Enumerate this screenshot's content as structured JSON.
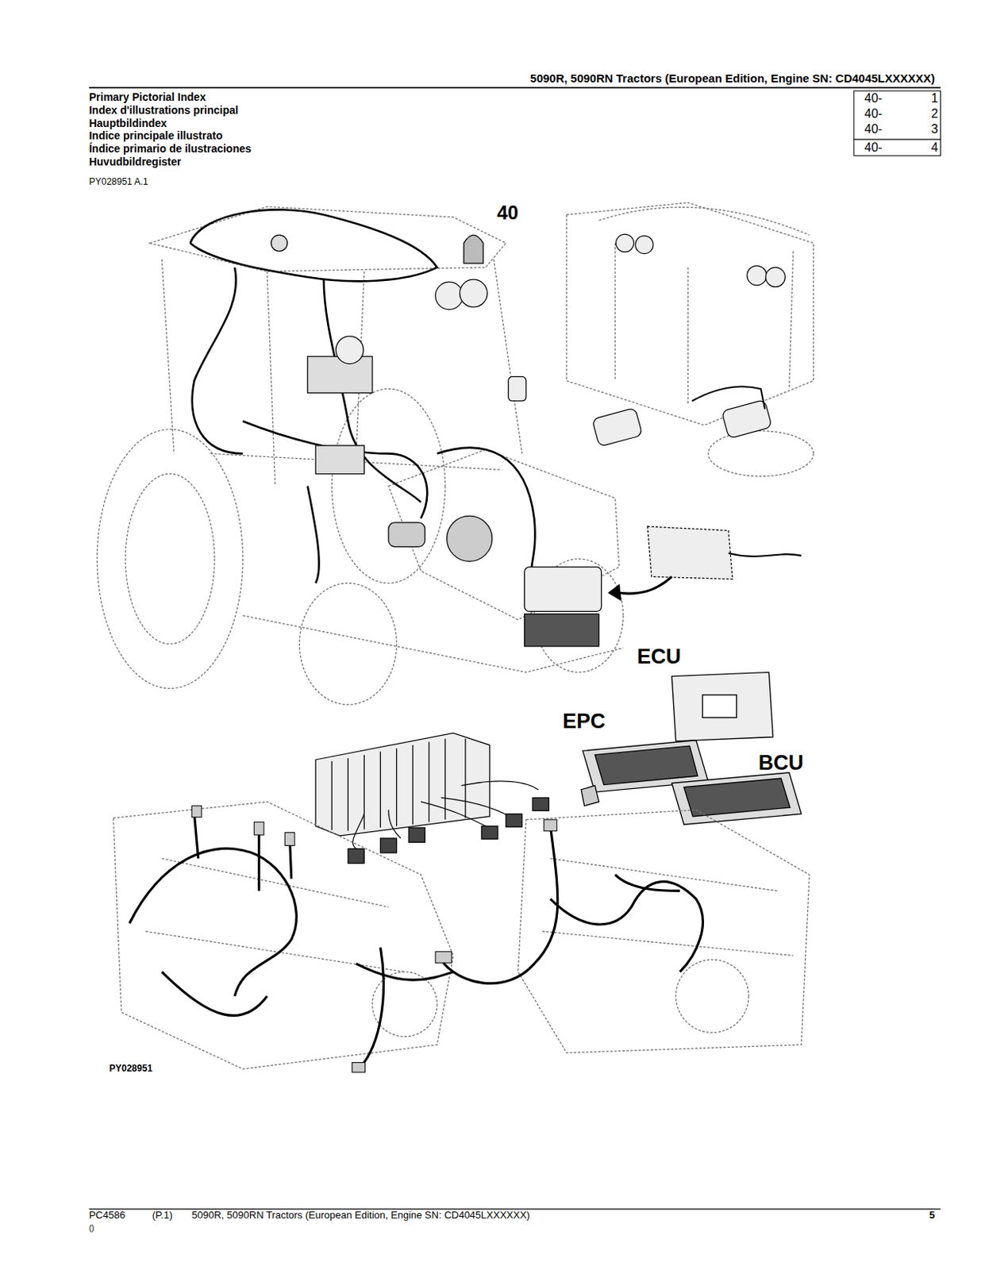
{
  "diagram": {
    "title": "5090R, 5090RN Tractors (European Edition, Engine SN: CD4045LXXXXXX)",
    "labels": [
      "Primary Pictorial Index",
      "Index d'illustrations principal",
      "Hauptbildindex",
      "Indice principale illustrato",
      "Índice primario de ilustraciones",
      "Huvudbildregister",
      "40-",
      "1",
      "40-",
      "2",
      "40-",
      "3",
      "40-",
      "4",
      "PY028951 A.1",
      "40",
      "ECU",
      "EPC",
      "BCU",
      "PY028951",
      "PC4586",
      "(P.1)",
      "5090R, 5090RN Tractors (European Edition, Engine SN: CD4045LXXXXXX)",
      "5",
      "()"
    ]
  }
}
